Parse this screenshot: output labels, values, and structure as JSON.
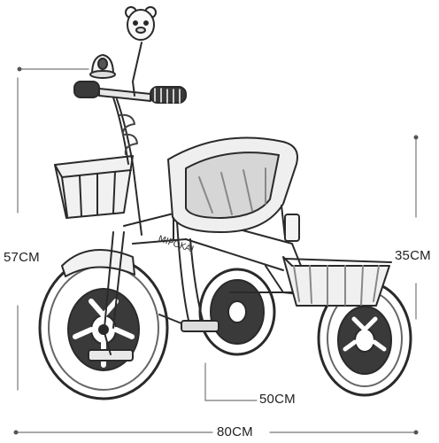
{
  "dimensions": {
    "overall_height": "57CM",
    "seat_height": "35CM",
    "wheelbase": "50CM",
    "overall_length": "80CM"
  },
  "icons": [
    "tricycle-illustration",
    "bear-bell-icon",
    "front-basket-icon",
    "rear-basket-icon"
  ],
  "colors": {
    "line": "#2a2a2a",
    "dimension": "#777777",
    "background": "#ffffff"
  }
}
